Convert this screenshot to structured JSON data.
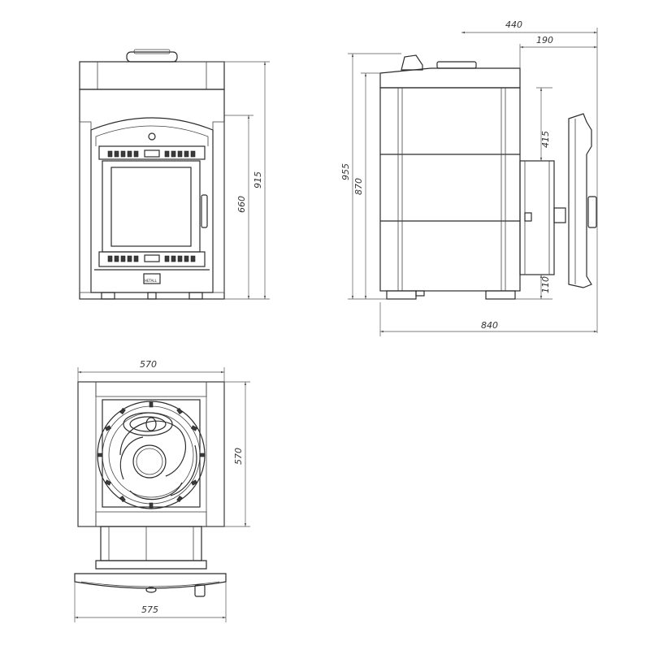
{
  "front_view": {
    "dimensions": {
      "height_door": "660",
      "height_total": "915"
    },
    "badge_text": "HETALL"
  },
  "side_view": {
    "dimensions": {
      "depth_top": "440",
      "depth_tunnel": "190",
      "height_total": "955",
      "height_body": "870",
      "tunnel_top_offset": "415",
      "tunnel_bottom_offset": "110",
      "length_total": "840"
    }
  },
  "top_view": {
    "dimensions": {
      "width_body": "570",
      "depth_body": "570",
      "width_door": "575"
    }
  },
  "colors": {
    "line": "#2b2b2b",
    "dimension": "#555555"
  }
}
